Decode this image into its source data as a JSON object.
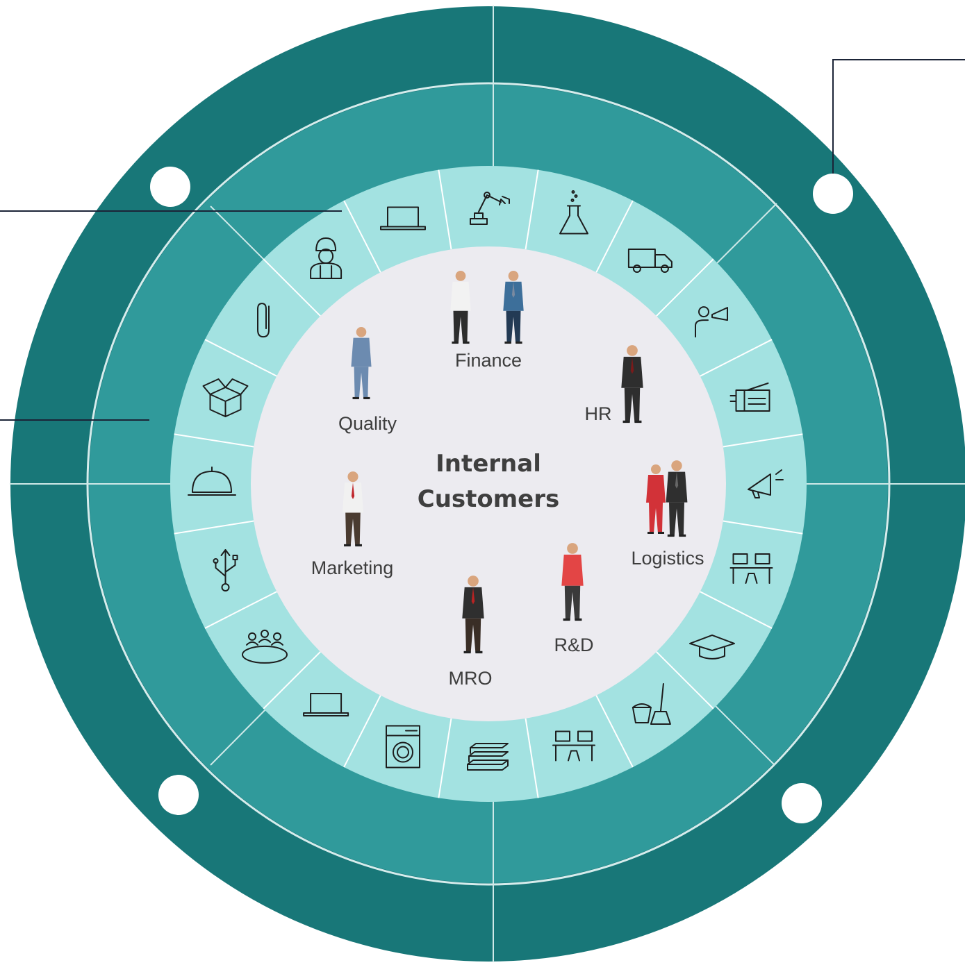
{
  "center": {
    "title_line1": "Internal",
    "title_line2": "Customers"
  },
  "departments": [
    {
      "label": "Finance"
    },
    {
      "label": "HR"
    },
    {
      "label": "Logistics"
    },
    {
      "label": "R&D"
    },
    {
      "label": "MRO"
    },
    {
      "label": "Marketing"
    },
    {
      "label": "Quality"
    }
  ],
  "ring_icons": [
    "lab-flask-icon",
    "delivery-truck-icon",
    "speaker-megaphone-person-icon",
    "office-printer-icon",
    "megaphone-icon",
    "office-desks-icon",
    "graduation-cap-icon",
    "cleaning-bucket-broom-icon",
    "office-desks-icon",
    "books-stack-icon",
    "washing-machine-icon",
    "laptop-icon",
    "meeting-table-icon",
    "usb-icon",
    "serving-cloche-icon",
    "open-box-icon",
    "paperclip-icon",
    "female-worker-icon",
    "laptop-icon",
    "robot-arm-icon"
  ],
  "colors": {
    "outer_ring": "#187778",
    "middle_ring": "#309a9b",
    "inner_ring": "#a3e2e1",
    "core": "#ecebf0",
    "separator": "#cfe9e8",
    "connector": "#1b2437"
  }
}
